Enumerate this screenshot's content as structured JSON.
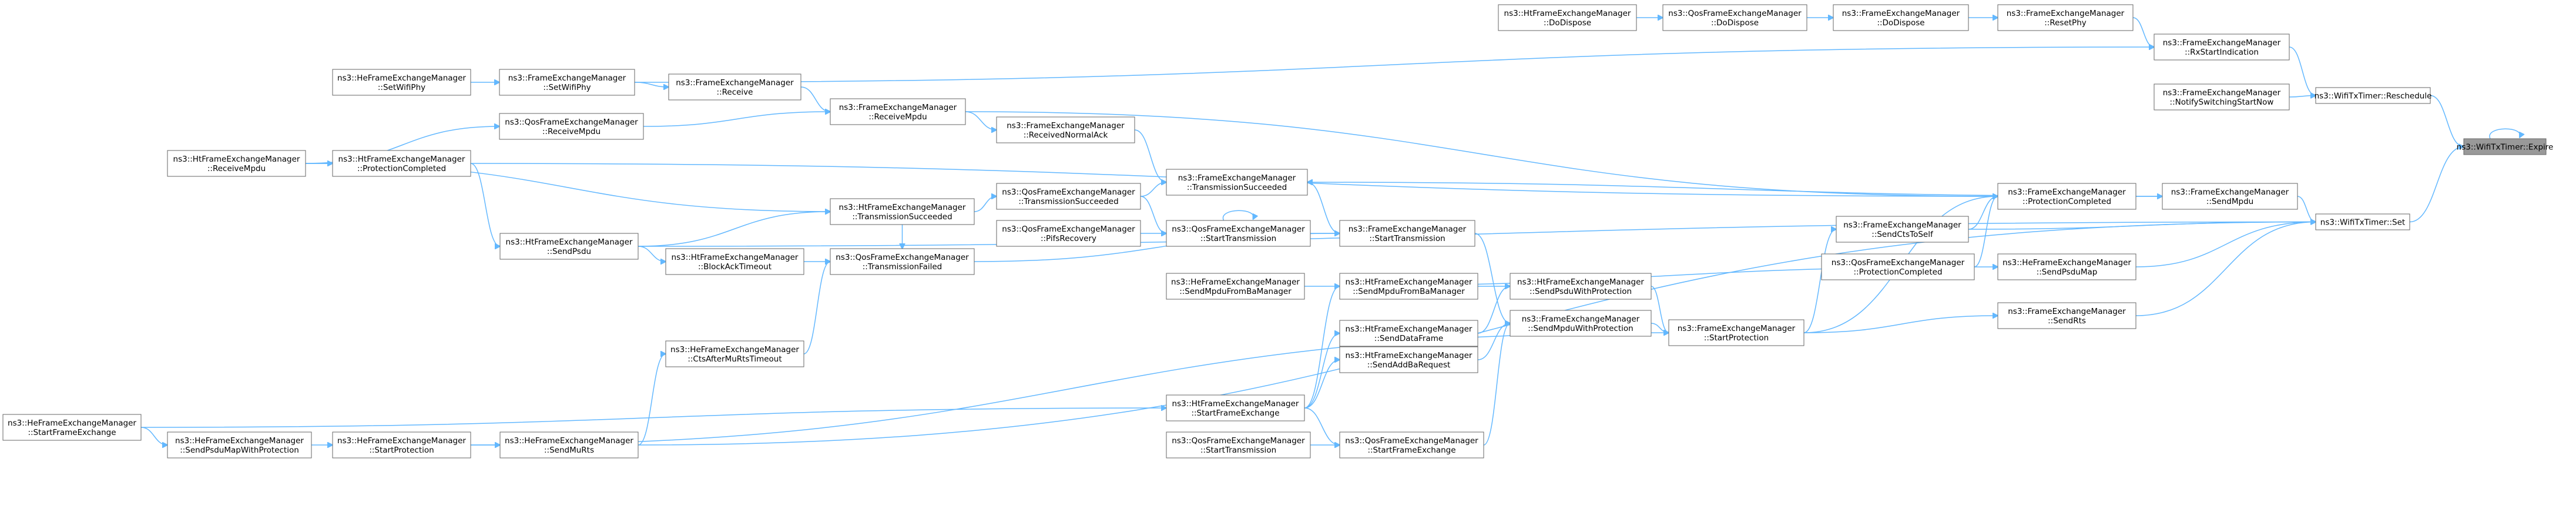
{
  "diagram": {
    "target": "expire",
    "nodes": [
      {
        "id": "expire",
        "lines": [
          "ns3::WifiTxTimer::Expire"
        ]
      },
      {
        "id": "reschedule",
        "lines": [
          "ns3::WifiTxTimer::Reschedule"
        ]
      },
      {
        "id": "set",
        "lines": [
          "ns3::WifiTxTimer::Set"
        ]
      },
      {
        "id": "rxstart",
        "lines": [
          "ns3::FrameExchangeManager",
          "::RxStartIndication"
        ]
      },
      {
        "id": "notifyswitch",
        "lines": [
          "ns3::FrameExchangeManager",
          "::NotifySwitchingStartNow"
        ]
      },
      {
        "id": "resetphy",
        "lines": [
          "ns3::FrameExchangeManager",
          "::ResetPhy"
        ]
      },
      {
        "id": "fem_dodispose",
        "lines": [
          "ns3::FrameExchangeManager",
          "::DoDispose"
        ]
      },
      {
        "id": "qos_dodispose",
        "lines": [
          "ns3::QosFrameExchangeManager",
          "::DoDispose"
        ]
      },
      {
        "id": "ht_dodispose",
        "lines": [
          "ns3::HtFrameExchangeManager",
          "::DoDispose"
        ]
      },
      {
        "id": "fem_setwifiphy",
        "lines": [
          "ns3::FrameExchangeManager",
          "::SetWifiPhy"
        ]
      },
      {
        "id": "he_setwifiphy",
        "lines": [
          "ns3::HeFrameExchangeManager",
          "::SetWifiPhy"
        ]
      },
      {
        "id": "fem_receive",
        "lines": [
          "ns3::FrameExchangeManager",
          "::Receive"
        ]
      },
      {
        "id": "fem_receivempdu",
        "lines": [
          "ns3::FrameExchangeManager",
          "::ReceiveMpdu"
        ]
      },
      {
        "id": "qos_receivempdu",
        "lines": [
          "ns3::QosFrameExchangeManager",
          "::ReceiveMpdu"
        ]
      },
      {
        "id": "ht_receivempdu",
        "lines": [
          "ns3::HtFrameExchangeManager",
          "::ReceiveMpdu"
        ]
      },
      {
        "id": "fem_receivednormalack",
        "lines": [
          "ns3::FrameExchangeManager",
          "::ReceivedNormalAck"
        ]
      },
      {
        "id": "ht_protcompleted",
        "lines": [
          "ns3::HtFrameExchangeManager",
          "::ProtectionCompleted"
        ]
      },
      {
        "id": "fem_txsucceeded",
        "lines": [
          "ns3::FrameExchangeManager",
          "::TransmissionSucceeded"
        ]
      },
      {
        "id": "qos_txsucceeded",
        "lines": [
          "ns3::QosFrameExchangeManager",
          "::TransmissionSucceeded"
        ]
      },
      {
        "id": "ht_txsucceeded",
        "lines": [
          "ns3::HtFrameExchangeManager",
          "::TransmissionSucceeded"
        ]
      },
      {
        "id": "fem_protcompleted",
        "lines": [
          "ns3::FrameExchangeManager",
          "::ProtectionCompleted"
        ]
      },
      {
        "id": "fem_sendmpdu",
        "lines": [
          "ns3::FrameExchangeManager",
          "::SendMpdu"
        ]
      },
      {
        "id": "fem_sendctstoself",
        "lines": [
          "ns3::FrameExchangeManager",
          "::SendCtsToSelf"
        ]
      },
      {
        "id": "qos_protcompleted",
        "lines": [
          "ns3::QosFrameExchangeManager",
          "::ProtectionCompleted"
        ]
      },
      {
        "id": "he_sendpsdumap",
        "lines": [
          "ns3::HeFrameExchangeManager",
          "::SendPsduMap"
        ]
      },
      {
        "id": "fem_sendrts",
        "lines": [
          "ns3::FrameExchangeManager",
          "::SendRts"
        ]
      },
      {
        "id": "qos_pifsrecovery",
        "lines": [
          "ns3::QosFrameExchangeManager",
          "::PifsRecovery"
        ]
      },
      {
        "id": "qos_starttx_a",
        "lines": [
          "ns3::QosFrameExchangeManager",
          "::StartTransmission"
        ]
      },
      {
        "id": "fem_starttx",
        "lines": [
          "ns3::FrameExchangeManager",
          "::StartTransmission"
        ]
      },
      {
        "id": "ht_sendpsdu",
        "lines": [
          "ns3::HtFrameExchangeManager",
          "::SendPsdu"
        ]
      },
      {
        "id": "ht_blockacktimeout",
        "lines": [
          "ns3::HtFrameExchangeManager",
          "::BlockAckTimeout"
        ]
      },
      {
        "id": "qos_txfailed",
        "lines": [
          "ns3::QosFrameExchangeManager",
          "::TransmissionFailed"
        ]
      },
      {
        "id": "he_sendmpdufrombam",
        "lines": [
          "ns3::HeFrameExchangeManager",
          "::SendMpduFromBaManager"
        ]
      },
      {
        "id": "ht_sendmpdufrombam",
        "lines": [
          "ns3::HtFrameExchangeManager",
          "::SendMpduFromBaManager"
        ]
      },
      {
        "id": "ht_senddataframe",
        "lines": [
          "ns3::HtFrameExchangeManager",
          "::SendDataFrame"
        ]
      },
      {
        "id": "ht_sendaddbareq",
        "lines": [
          "ns3::HtFrameExchangeManager",
          "::SendAddBaRequest"
        ]
      },
      {
        "id": "qos_startframeexch",
        "lines": [
          "ns3::QosFrameExchangeManager",
          "::StartFrameExchange"
        ]
      },
      {
        "id": "qos_starttx_b",
        "lines": [
          "ns3::QosFrameExchangeManager",
          "::StartTransmission"
        ]
      },
      {
        "id": "ht_startframeexch",
        "lines": [
          "ns3::HtFrameExchangeManager",
          "::StartFrameExchange"
        ]
      },
      {
        "id": "ht_sendpsduwithprot",
        "lines": [
          "ns3::HtFrameExchangeManager",
          "::SendPsduWithProtection"
        ]
      },
      {
        "id": "fem_sendmpduwithprot",
        "lines": [
          "ns3::FrameExchangeManager",
          "::SendMpduWithProtection"
        ]
      },
      {
        "id": "fem_startprotection",
        "lines": [
          "ns3::FrameExchangeManager",
          "::StartProtection"
        ]
      },
      {
        "id": "he_ctsaftermurts",
        "lines": [
          "ns3::HeFrameExchangeManager",
          "::CtsAfterMuRtsTimeout"
        ]
      },
      {
        "id": "he_startframeexch",
        "lines": [
          "ns3::HeFrameExchangeManager",
          "::StartFrameExchange"
        ]
      },
      {
        "id": "he_sendpsdumapwithprot",
        "lines": [
          "ns3::HeFrameExchangeManager",
          "::SendPsduMapWithProtection"
        ]
      },
      {
        "id": "he_startprotection",
        "lines": [
          "ns3::HeFrameExchangeManager",
          "::StartProtection"
        ]
      },
      {
        "id": "he_sendmurts",
        "lines": [
          "ns3::HeFrameExchangeManager",
          "::SendMuRts"
        ]
      }
    ],
    "edges": [
      [
        "reschedule",
        "expire"
      ],
      [
        "set",
        "expire"
      ],
      [
        "expire",
        "expire"
      ],
      [
        "rxstart",
        "reschedule"
      ],
      [
        "notifyswitch",
        "reschedule"
      ],
      [
        "resetphy",
        "rxstart"
      ],
      [
        "fem_dodispose",
        "resetphy"
      ],
      [
        "qos_dodispose",
        "fem_dodispose"
      ],
      [
        "ht_dodispose",
        "qos_dodispose"
      ],
      [
        "fem_setwifiphy",
        "rxstart"
      ],
      [
        "he_setwifiphy",
        "fem_setwifiphy"
      ],
      [
        "fem_receive",
        "fem_receivempdu"
      ],
      [
        "fem_setwifiphy",
        "fem_receive"
      ],
      [
        "qos_receivempdu",
        "fem_receivempdu"
      ],
      [
        "ht_receivempdu",
        "qos_receivempdu"
      ],
      [
        "fem_receivempdu",
        "fem_receivednormalack"
      ],
      [
        "fem_receivempdu",
        "fem_protcompleted"
      ],
      [
        "fem_receivednormalack",
        "fem_txsucceeded"
      ],
      [
        "ht_receivempdu",
        "ht_txsucceeded"
      ],
      [
        "ht_receivempdu",
        "ht_protcompleted"
      ],
      [
        "fem_sendmpdu",
        "set"
      ],
      [
        "fem_protcompleted",
        "fem_sendmpdu"
      ],
      [
        "fem_sendmpdu",
        "fem_txsucceeded"
      ],
      [
        "ht_protcompleted",
        "fem_protcompleted"
      ],
      [
        "ht_protcompleted",
        "ht_sendpsdu"
      ],
      [
        "qos_txsucceeded",
        "fem_txsucceeded"
      ],
      [
        "ht_txsucceeded",
        "qos_txsucceeded"
      ],
      [
        "ht_sendpsdu",
        "ht_txsucceeded"
      ],
      [
        "fem_sendctstoself",
        "set"
      ],
      [
        "fem_sendctstoself",
        "fem_protcompleted"
      ],
      [
        "qos_protcompleted",
        "fem_protcompleted"
      ],
      [
        "he_sendpsdumap",
        "set"
      ],
      [
        "fem_sendrts",
        "set"
      ],
      [
        "qos_pifsrecovery",
        "qos_starttx_a"
      ],
      [
        "qos_starttx_a",
        "qos_starttx_a"
      ],
      [
        "qos_starttx_a",
        "fem_starttx"
      ],
      [
        "fem_starttx",
        "fem_txsucceeded"
      ],
      [
        "qos_txsucceeded",
        "qos_starttx_a"
      ],
      [
        "ht_sendpsdu",
        "set"
      ],
      [
        "ht_sendpsdu",
        "ht_blockacktimeout"
      ],
      [
        "ht_blockacktimeout",
        "qos_txfailed"
      ],
      [
        "qos_txfailed",
        "fem_starttx"
      ],
      [
        "ht_txsucceeded",
        "qos_txfailed"
      ],
      [
        "fem_starttx",
        "fem_sendmpduwithprot"
      ],
      [
        "he_sendmpdufrombam",
        "he_sendpsdumap"
      ],
      [
        "ht_sendmpdufrombam",
        "ht_sendpsduwithprot"
      ],
      [
        "ht_senddataframe",
        "ht_sendpsduwithprot"
      ],
      [
        "ht_sendaddbareq",
        "fem_sendmpduwithprot"
      ],
      [
        "qos_startframeexch",
        "fem_sendmpduwithprot"
      ],
      [
        "qos_starttx_b",
        "qos_startframeexch"
      ],
      [
        "ht_startframeexch",
        "ht_sendmpdufrombam"
      ],
      [
        "ht_startframeexch",
        "ht_senddataframe"
      ],
      [
        "ht_startframeexch",
        "ht_sendaddbareq"
      ],
      [
        "ht_startframeexch",
        "qos_startframeexch"
      ],
      [
        "ht_sendpsduwithprot",
        "fem_startprotection"
      ],
      [
        "fem_sendmpduwithprot",
        "fem_startprotection"
      ],
      [
        "fem_startprotection",
        "fem_protcompleted"
      ],
      [
        "fem_startprotection",
        "fem_sendctstoself"
      ],
      [
        "fem_startprotection",
        "fem_sendrts"
      ],
      [
        "he_ctsaftermurts",
        "qos_txfailed"
      ],
      [
        "he_startframeexch",
        "ht_startframeexch"
      ],
      [
        "he_startframeexch",
        "he_sendpsdumapwithprot"
      ],
      [
        "he_sendpsdumapwithprot",
        "he_startprotection"
      ],
      [
        "he_startprotection",
        "he_sendmurts"
      ],
      [
        "he_sendmurts",
        "he_ctsaftermurts"
      ],
      [
        "he_sendmurts",
        "set"
      ],
      [
        "he_startprotection",
        "fem_startprotection"
      ]
    ]
  }
}
